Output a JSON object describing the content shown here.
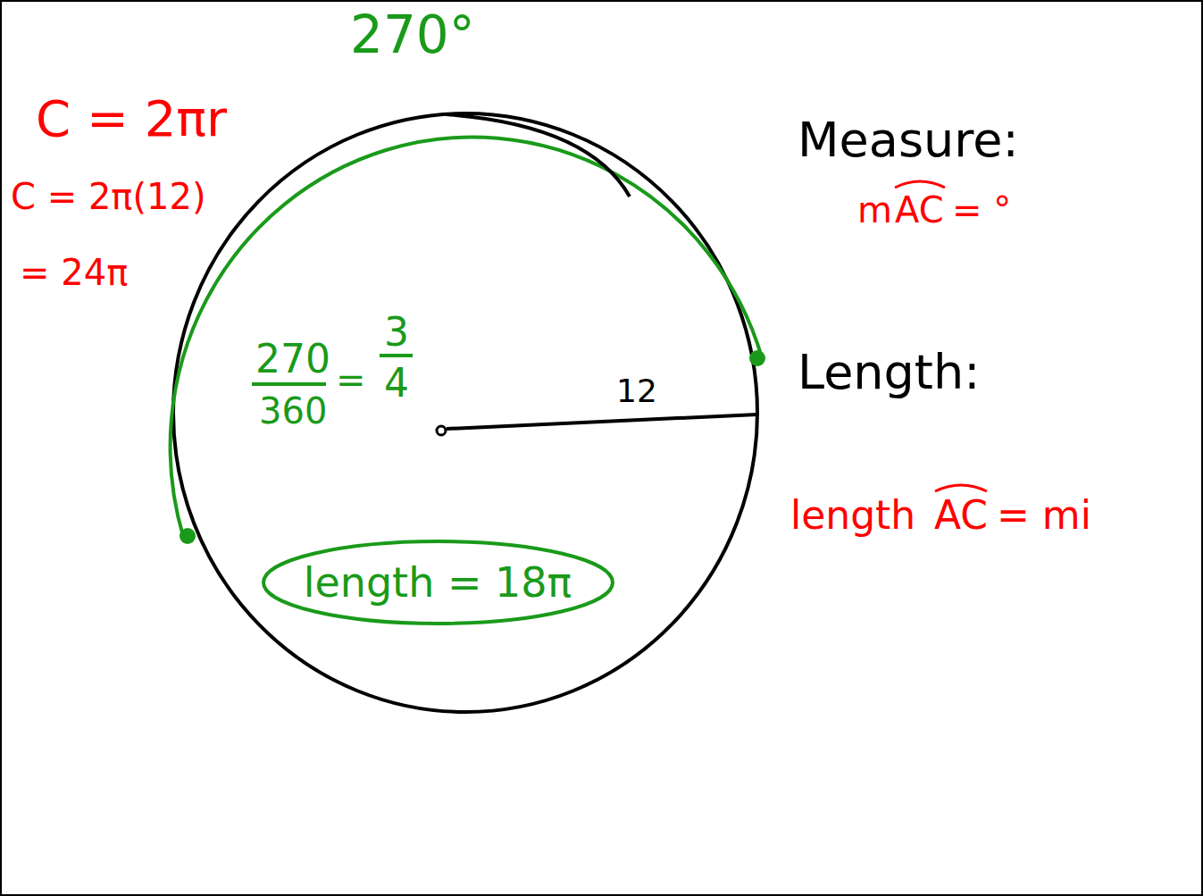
{
  "diagram": {
    "nodes": [
      {
        "text": [
          "length = 18π"
        ]
      }
    ],
    "labels": [
      "C = 2πr",
      "C = 2π(12)",
      "= 24π",
      "270°",
      "270",
      "360",
      "=",
      "3",
      "4",
      "12",
      "Measure:",
      "m",
      "AC",
      "= °",
      "Length:",
      "length",
      "AC",
      "= mi"
    ]
  }
}
